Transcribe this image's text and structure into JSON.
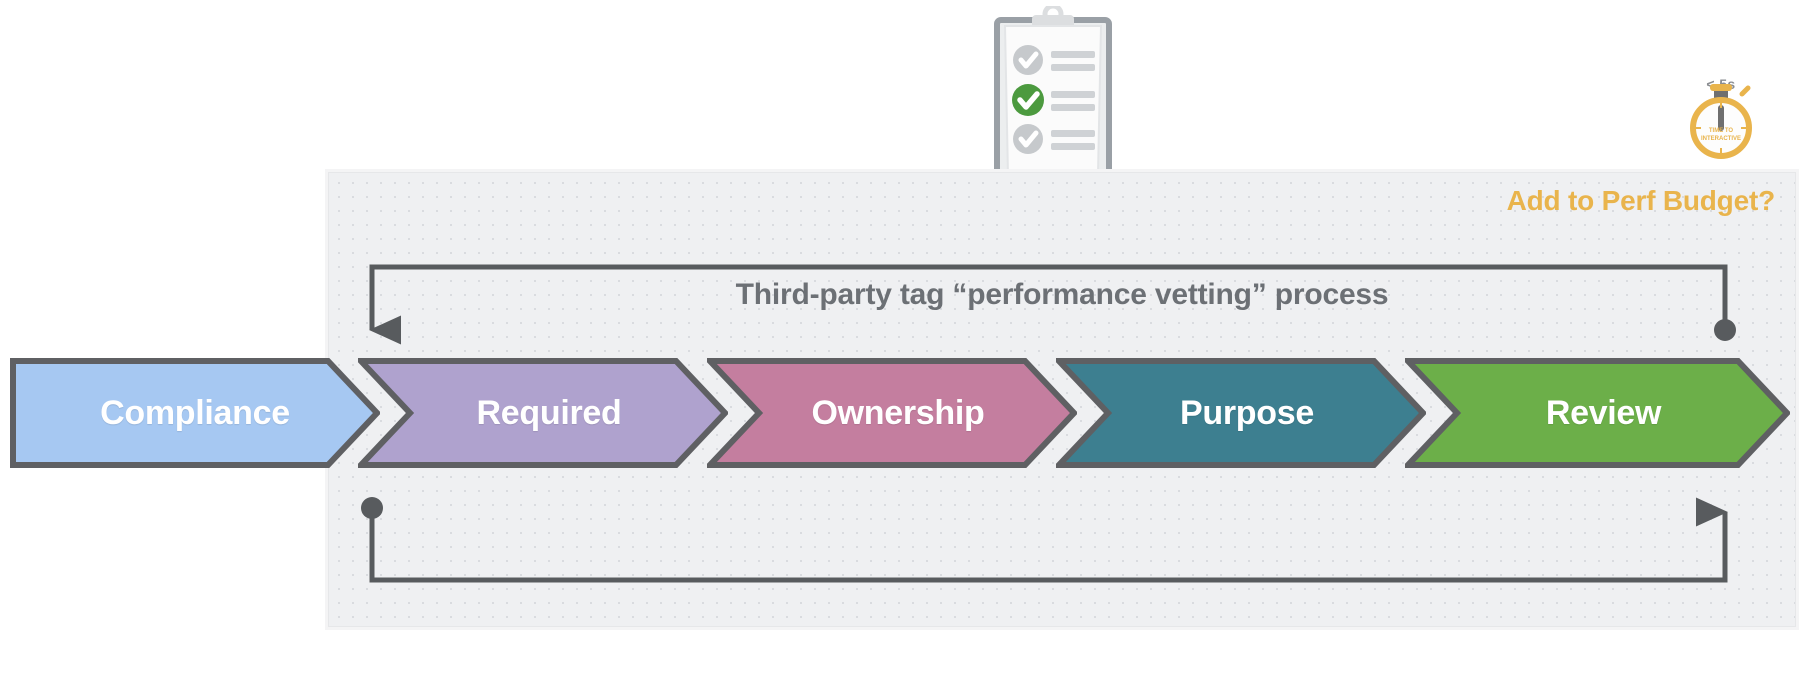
{
  "panel": {
    "heading": "Third-party tag “performance vetting” process",
    "perf_budget_label": "Add to Perf Budget?",
    "heading_color": "#6c7075",
    "perf_budget_color": "#e9b44c",
    "background_color": "#eff0f2"
  },
  "stages": [
    {
      "label": "Compliance",
      "color": "#a6c8f2",
      "border": "#5f6063"
    },
    {
      "label": "Required",
      "color": "#afa2ce",
      "border": "#5f6063"
    },
    {
      "label": "Ownership",
      "color": "#c47e9f",
      "border": "#5f6063"
    },
    {
      "label": "Purpose",
      "color": "#3d7f90",
      "border": "#5f6063"
    },
    {
      "label": "Review",
      "color": "#6caf49",
      "border": "#5f6063"
    }
  ],
  "connectors": {
    "color": "#585b5e",
    "top": {
      "start_marker": "arrow-down",
      "end_marker": "dot"
    },
    "bottom": {
      "start_marker": "dot",
      "end_marker": "arrow-up"
    }
  },
  "stopwatch": {
    "caption": "< 5s",
    "face_text_line1": "TIME TO",
    "face_text_line2": "INTERACTIVE",
    "color": "#e9b44c"
  },
  "clipboard": {
    "checked_items": 3,
    "completed_index": 2,
    "frame_color": "#9aa0a6",
    "check_done_color": "#4c9a3f",
    "check_pending_color": "#c6c9cc"
  }
}
